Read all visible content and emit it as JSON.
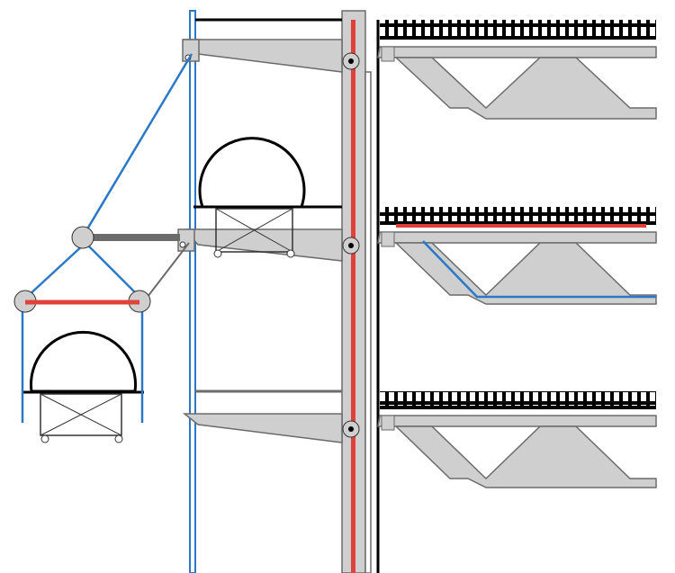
{
  "diagram": {
    "kind": "structural-section",
    "colors": {
      "structure_fill": "#cfcfcf",
      "structure_stroke": "#6b6b6b",
      "black_member": "#000000",
      "cable_blue": "#2a79c8",
      "rail_red": "#e0413a",
      "background": "#ffffff"
    },
    "floors": 3,
    "gondolas": 2
  }
}
